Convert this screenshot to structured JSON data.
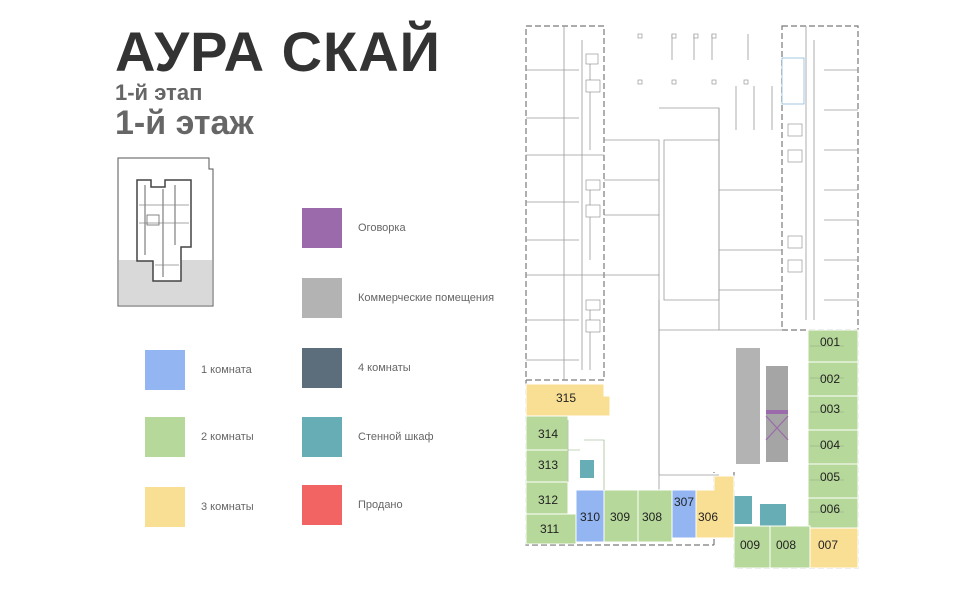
{
  "header": {
    "title": "АУРА СКАЙ",
    "stage": "1-й этап",
    "floor": "1-й этаж"
  },
  "legend": {
    "reserved": {
      "label": "Оговорка",
      "color": "#9b6aab"
    },
    "commercial": {
      "label": "Коммерческие помещения",
      "color": "#b3b3b3"
    },
    "one_room": {
      "label": "1 комната",
      "color": "#93b6f3"
    },
    "four_rooms": {
      "label": "4 комнаты",
      "color": "#5c6e7c"
    },
    "two_rooms": {
      "label": "2 комнаты",
      "color": "#b6d89a"
    },
    "wardrobe": {
      "label": "Стенной шкаф",
      "color": "#66adb5"
    },
    "three_rooms": {
      "label": "3 комнаты",
      "color": "#f9df94"
    },
    "sold": {
      "label": "Продано",
      "color": "#f26464"
    }
  },
  "units": {
    "u001": "001",
    "u002": "002",
    "u003": "003",
    "u004": "004",
    "u005": "005",
    "u006": "006",
    "u007": "007",
    "u008": "008",
    "u009": "009",
    "u306": "306",
    "u307": "307",
    "u308": "308",
    "u309": "309",
    "u310": "310",
    "u311": "311",
    "u312": "312",
    "u313": "313",
    "u314": "314",
    "u315": "315"
  }
}
